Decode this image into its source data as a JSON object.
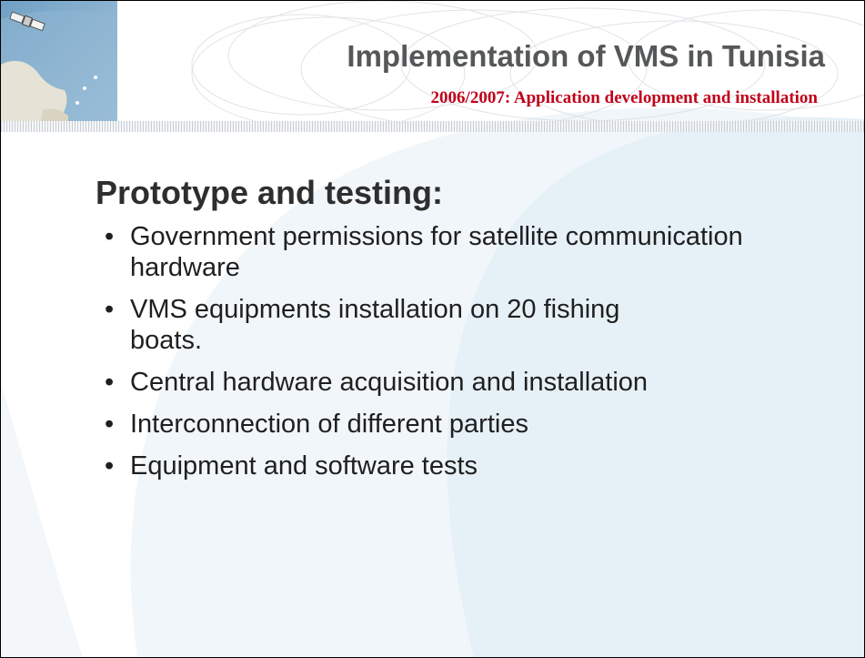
{
  "slide": {
    "title": "Implementation of VMS in Tunisia",
    "subtitle": "2006/2007: Application development and installation",
    "heading": "Prototype and testing:",
    "bullet_symbol": "•",
    "bullets": [
      "Government permissions for  satellite communication hardware",
      "VMS equipments installation on 20 fishing boats.",
      "Central hardware acquisition and installation",
      "Interconnection of different parties",
      "Equipment and software tests"
    ]
  },
  "colors": {
    "title": "#555759",
    "subtitle": "#c0001a",
    "text": "#1f1f1f",
    "background_curve": "#e9f2f8"
  }
}
